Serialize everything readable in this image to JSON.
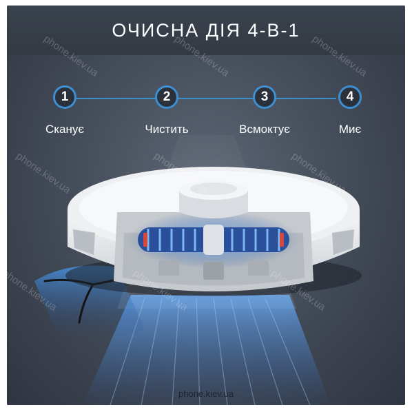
{
  "header": {
    "title": "ОЧИСНА ДІЯ 4-В-1"
  },
  "steps": [
    {
      "number": "1",
      "label": "Сканує"
    },
    {
      "number": "2",
      "label": "Чистить"
    },
    {
      "number": "3",
      "label": "Всмоктує"
    },
    {
      "number": "4",
      "label": "Миє"
    }
  ],
  "watermark": {
    "text": "phone.kiev.ua"
  },
  "footer": {
    "caption": "phone.kiev.ua"
  },
  "colors": {
    "accent": "#3d8fd2",
    "background": "#464e5b",
    "header": "#363d47"
  }
}
